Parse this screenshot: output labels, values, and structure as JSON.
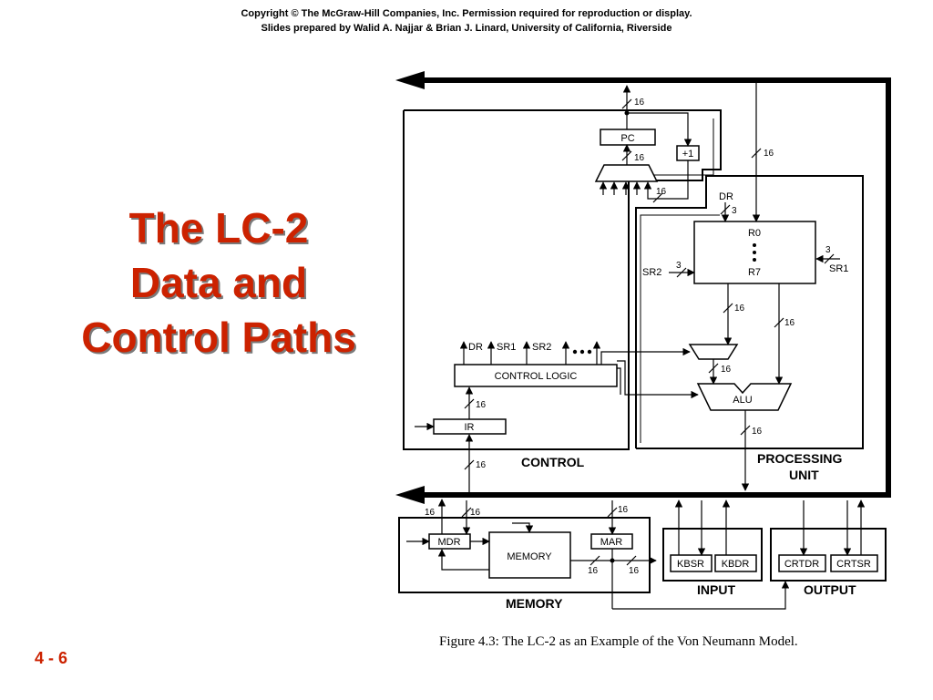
{
  "header": {
    "copyright": "Copyright © The McGraw-Hill Companies, Inc. Permission required for reproduction or display.",
    "credits": "Slides prepared by Walid A. Najjar & Brian J. Linard, University of California, Riverside"
  },
  "title": {
    "line1": "The LC-2",
    "line2": "Data and",
    "line3": "Control Paths"
  },
  "slide_number": "4 - 6",
  "caption": "Figure 4.3:  The LC-2 as an Example of the Von Neumann Model.",
  "colors": {
    "title": "#cc2200",
    "diagram": "#000000"
  },
  "diagram": {
    "blocks": {
      "pc": "PC",
      "incrementer": "+1",
      "register_file_top": "R0",
      "register_file_bottom": "R7",
      "control_logic": "CONTROL  LOGIC",
      "ir": "IR",
      "alu": "ALU",
      "mdr": "MDR",
      "memory": "MEMORY",
      "mar": "MAR",
      "kbsr": "KBSR",
      "kbdr": "KBDR",
      "crtdr": "CRTDR",
      "crtsr": "CRTSR"
    },
    "sections": {
      "control": "CONTROL",
      "processing_unit_1": "PROCESSING",
      "processing_unit_2": "UNIT",
      "memory": "MEMORY",
      "input": "INPUT",
      "output": "OUTPUT"
    },
    "signals": {
      "dr": "DR",
      "sr1": "SR1",
      "sr2": "SR2",
      "dr_cl": "DR",
      "sr1_cl": "SR1",
      "sr2_cl": "SR2",
      "width_16": "16",
      "width_3": "3"
    }
  }
}
